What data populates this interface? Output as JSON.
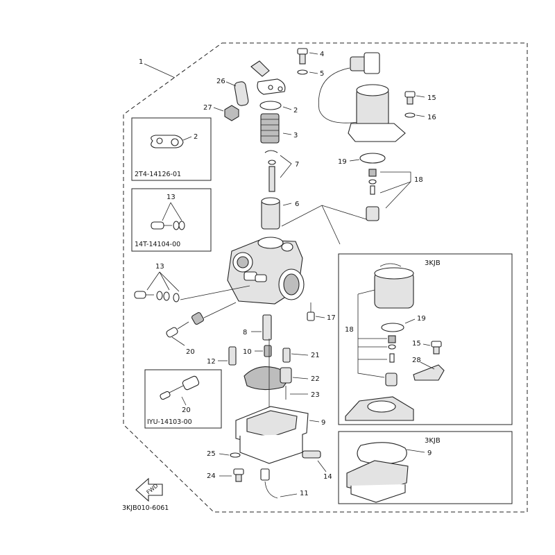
{
  "diagram": {
    "title_code": "3KJB010-6061",
    "fwd_label": "FWD",
    "inset_variant_label": "3KJB",
    "kit_codes": {
      "gasket_kit": "2T4-14126-01",
      "screw_kit": "14T-14104-00",
      "pilot_screw_kit": "IYU-14103-00"
    },
    "callouts": {
      "c1": "1",
      "c2": "2",
      "c2b": "2",
      "c3": "3",
      "c4": "4",
      "c5": "5",
      "c6": "6",
      "c7": "7",
      "c8": "8",
      "c9": "9",
      "c9b": "9",
      "c10": "10",
      "c11": "11",
      "c12": "12",
      "c13": "13",
      "c13b": "13",
      "c14": "14",
      "c15": "15",
      "c15b": "15",
      "c16": "16",
      "c17": "17",
      "c18": "18",
      "c18b": "18",
      "c19": "19",
      "c19b": "19",
      "c20": "20",
      "c20b": "20",
      "c21": "21",
      "c22": "22",
      "c23": "23",
      "c24": "24",
      "c25": "25",
      "c26": "26",
      "c27": "27",
      "c28": "28"
    }
  }
}
